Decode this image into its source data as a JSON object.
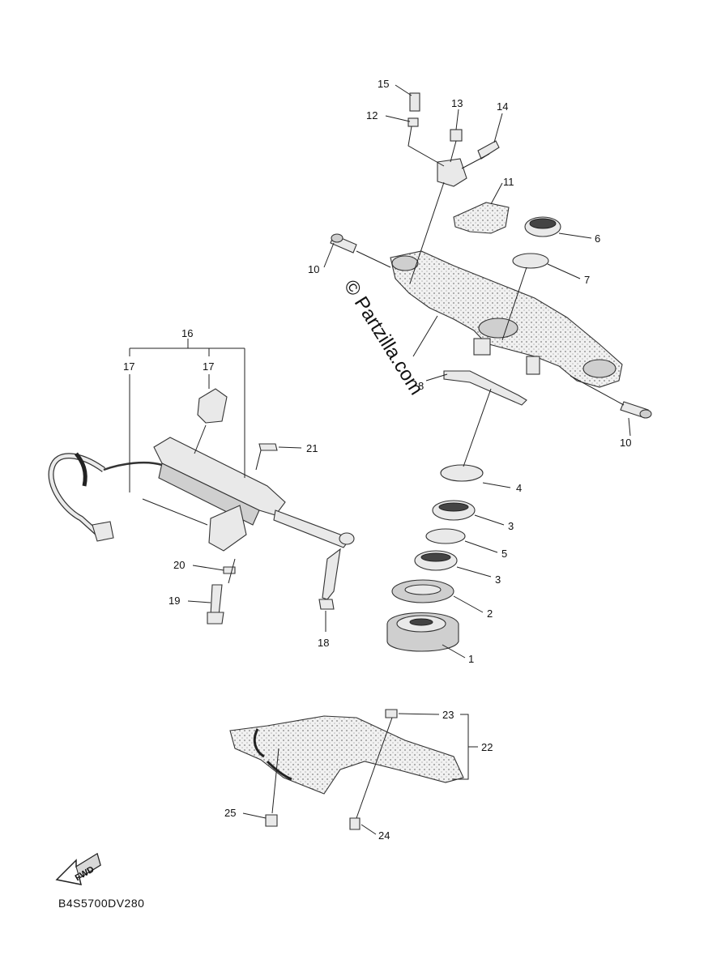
{
  "watermark": "© Partzilla.com",
  "diagram_code": "B4S5700DV280",
  "fwd_label": "FWD",
  "callouts": {
    "c1": "1",
    "c2": "2",
    "c3a": "3",
    "c3b": "3",
    "c4": "4",
    "c5": "5",
    "c6": "6",
    "c7": "7",
    "c8": "8",
    "c10a": "10",
    "c10b": "10",
    "c11": "11",
    "c12": "12",
    "c13": "13",
    "c14": "14",
    "c15": "15",
    "c16": "16",
    "c17a": "17",
    "c17b": "17",
    "c18": "18",
    "c19": "19",
    "c20": "20",
    "c21": "21",
    "c22": "22",
    "c23": "23",
    "c24": "24",
    "c25": "25"
  }
}
